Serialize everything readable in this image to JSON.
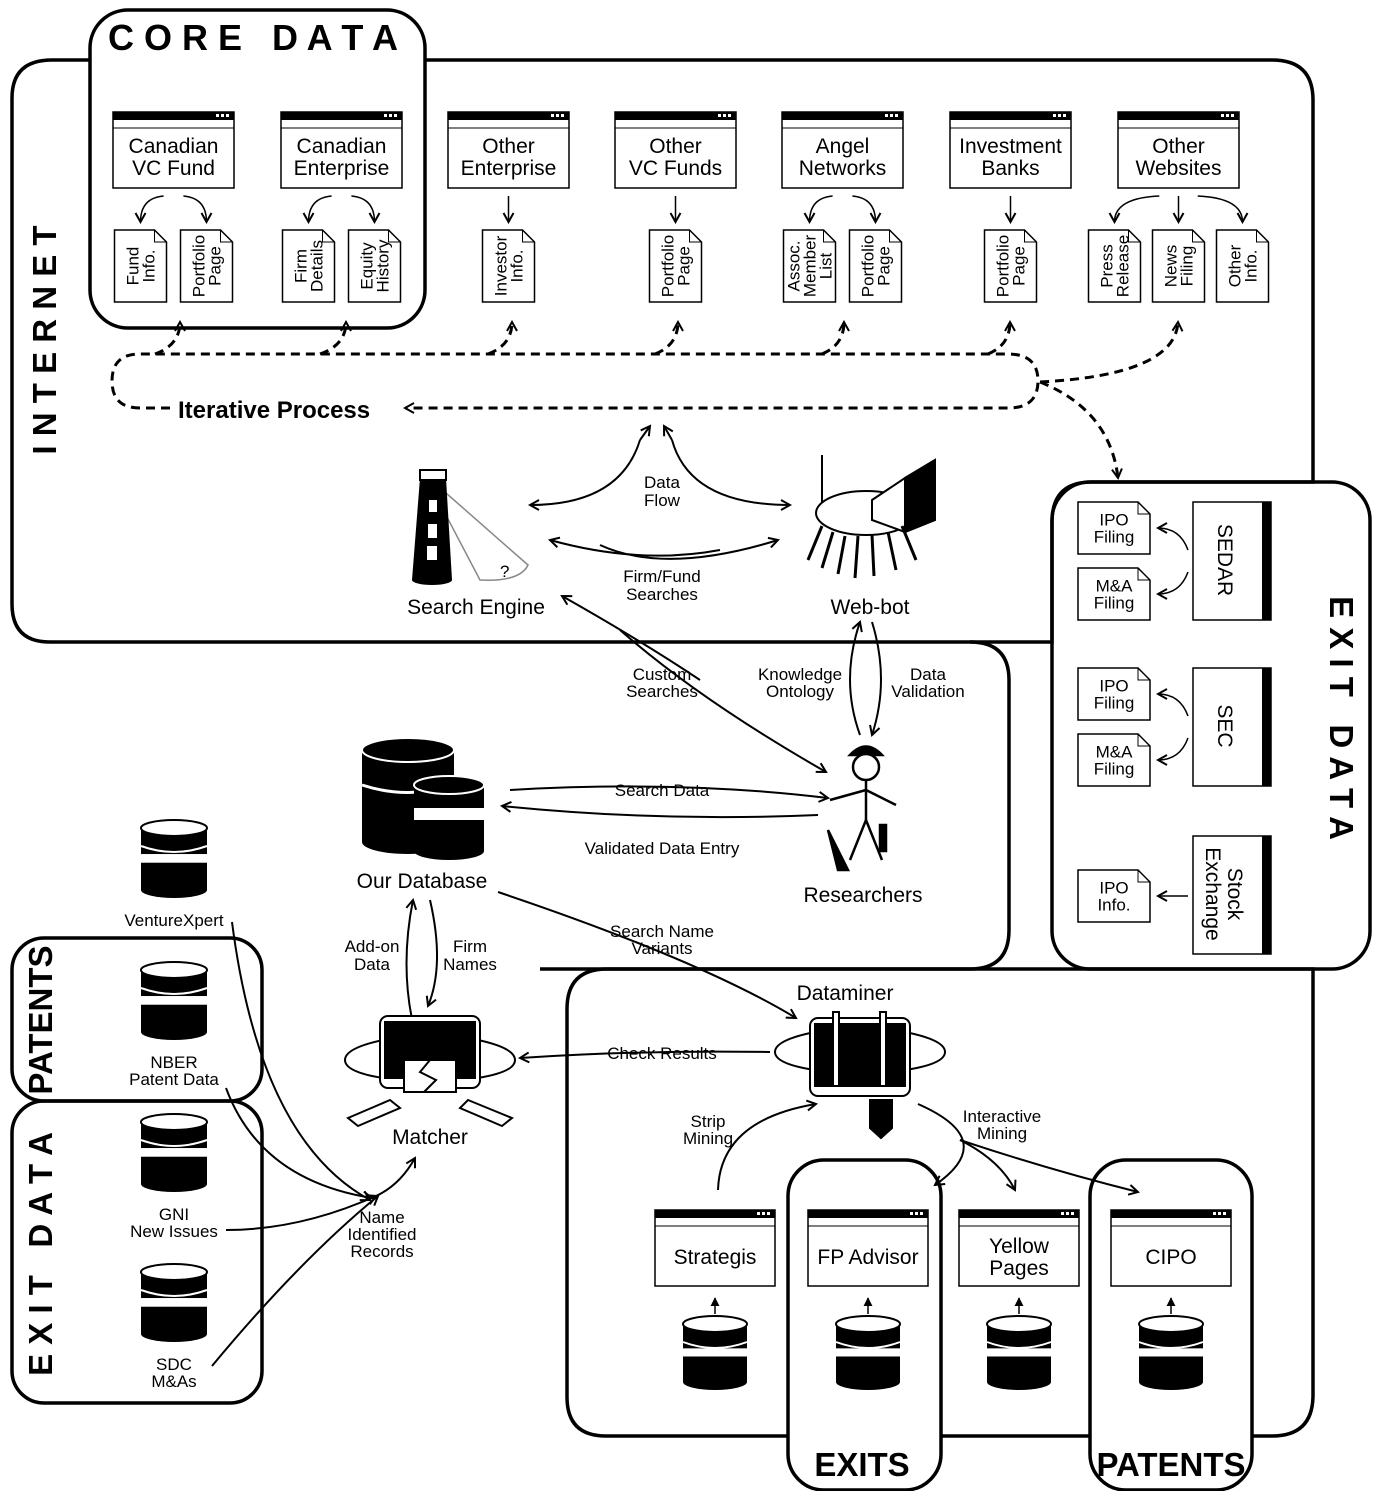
{
  "sections": {
    "core_data": "C O R E   D A T A",
    "internet": "I N T E R N E T",
    "exit_data_right": "E X I T   D A T A",
    "exit_data_left": "E X I T   D A T A",
    "patents_left": "PATENTS",
    "exits_bottom": "EXITS",
    "patents_bottom": "PATENTS"
  },
  "websites": [
    {
      "l1": "Canadian",
      "l2": "VC Fund",
      "docs": [
        [
          "Fund",
          "Info."
        ],
        [
          "Portfolio",
          "Page"
        ]
      ]
    },
    {
      "l1": "Canadian",
      "l2": "Enterprise",
      "docs": [
        [
          "Firm",
          "Details"
        ],
        [
          "Equity",
          "History"
        ]
      ]
    },
    {
      "l1": "Other",
      "l2": "Enterprise",
      "docs": [
        [
          "Investor",
          "Info."
        ]
      ]
    },
    {
      "l1": "Other",
      "l2": "VC Funds",
      "docs": [
        [
          "Portfolio",
          "Page"
        ]
      ]
    },
    {
      "l1": "Angel",
      "l2": "Networks",
      "docs": [
        [
          "Assoc.",
          "Member",
          "List"
        ],
        [
          "Portfolio",
          "Page"
        ]
      ]
    },
    {
      "l1": "Investment",
      "l2": "Banks",
      "docs": [
        [
          "Portfolio",
          "Page"
        ]
      ]
    },
    {
      "l1": "Other",
      "l2": "Websites",
      "docs": [
        [
          "Press",
          "Release"
        ],
        [
          "News",
          "Filing"
        ],
        [
          "Other",
          "Info."
        ]
      ]
    }
  ],
  "process": {
    "iterative": "Iterative Process",
    "data_flow": [
      "Data",
      "Flow"
    ],
    "firm_fund_searches": [
      "Firm/Fund",
      "Searches"
    ],
    "search_engine": "Search Engine",
    "web_bot": "Web-bot",
    "custom_searches": [
      "Custom",
      "Searches"
    ],
    "knowledge_ontology": [
      "Knowledge",
      "Ontology"
    ],
    "data_validation": [
      "Data",
      "Validation"
    ],
    "search_data": "Search Data",
    "validated_data_entry": "Validated Data Entry",
    "our_database": "Our Database",
    "researchers": "Researchers",
    "add_on_data": [
      "Add-on",
      "Data"
    ],
    "firm_names": [
      "Firm",
      "Names"
    ],
    "search_name_variants": [
      "Search Name",
      "Variants"
    ],
    "matcher": "Matcher",
    "dataminer": "Dataminer",
    "check_results": "Check Results",
    "strip_mining": [
      "Strip",
      "Mining"
    ],
    "interactive_mining": [
      "Interactive",
      "Mining"
    ],
    "name_identified": [
      "Name",
      "Identified",
      "Records"
    ]
  },
  "exit_sources": [
    {
      "name": "SEDAR",
      "docs": [
        [
          "IPO",
          "Filing"
        ],
        [
          "M&A",
          "Filing"
        ]
      ]
    },
    {
      "name": "SEC",
      "docs": [
        [
          "IPO",
          "Filing"
        ],
        [
          "M&A",
          "Filing"
        ]
      ]
    },
    {
      "name_l1": "Stock",
      "name_l2": "Exchange",
      "docs": [
        [
          "IPO",
          "Info."
        ]
      ]
    }
  ],
  "left_databases": [
    {
      "lines": [
        "VentureXpert"
      ]
    },
    {
      "lines": [
        "NBER",
        "Patent Data"
      ]
    },
    {
      "lines": [
        "GNI",
        "New Issues"
      ]
    },
    {
      "lines": [
        "SDC",
        "M&As"
      ]
    }
  ],
  "mining_sites": [
    {
      "lines": [
        "Strategis"
      ]
    },
    {
      "lines": [
        "FP Advisor"
      ]
    },
    {
      "lines": [
        "Yellow",
        "Pages"
      ]
    },
    {
      "lines": [
        "CIPO"
      ]
    }
  ]
}
